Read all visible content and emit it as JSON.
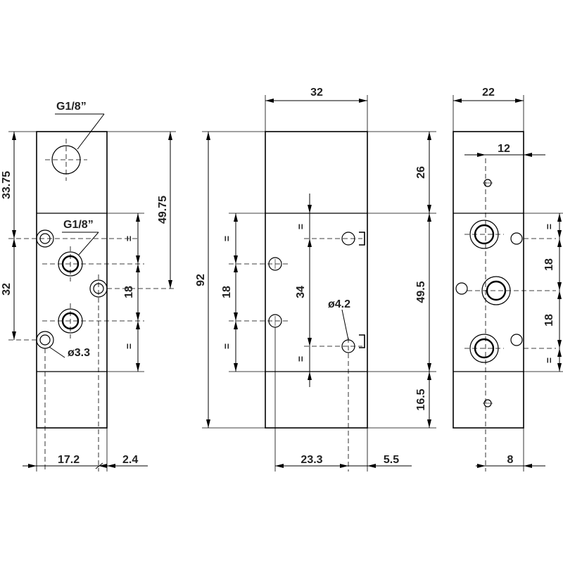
{
  "drawing": {
    "left_view": {
      "port_top": "G1/8”",
      "port_mid": "G1/8”",
      "dim_top_height": "33.75",
      "dim_mid_height": "32",
      "dim_right_height": "49.75",
      "dim_pitch": "18",
      "hole_dia": "ø3.3",
      "dim_bottom_1": "17.2",
      "dim_bottom_2": "2.4",
      "equal_sign": "="
    },
    "middle_view": {
      "dim_width": "32",
      "dim_total_height": "92",
      "dim_pitch": "18",
      "dim_hole_span": "34",
      "hole_dia": "ø4.2",
      "dim_top_section": "26",
      "dim_mid_section": "49.5",
      "dim_bottom_section": "16.5",
      "dim_bottom_1": "23.3",
      "dim_bottom_2": "5.5",
      "equal_sign": "="
    },
    "right_view": {
      "dim_width": "22",
      "dim_hole_offset": "12",
      "dim_pitch_upper": "18",
      "dim_pitch_lower": "18",
      "dim_bottom": "8",
      "equal_sign": "="
    }
  }
}
